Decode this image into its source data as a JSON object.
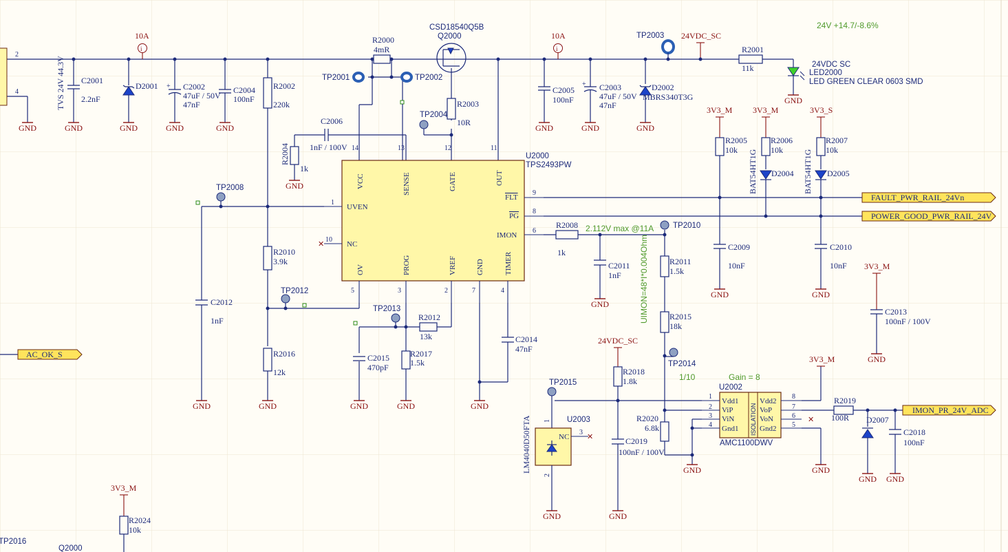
{
  "ic_u2000": {
    "ref": "U2000",
    "part": "TPS2493PW",
    "pins": {
      "vcc": "VCC",
      "sense": "SENSE",
      "gate": "GATE",
      "out": "OUT",
      "uven": "UVEN",
      "nc": "NC",
      "flt": "FLT",
      "pg": "PG",
      "imon": "IMON",
      "ov": "OV",
      "prog": "PROG",
      "vref": "VREF",
      "gnd": "GND",
      "timer": "TIMER"
    },
    "pin_numbers": {
      "vcc": "14",
      "sense": "13",
      "gate": "12",
      "out": "11",
      "uven": "1",
      "nc": "10",
      "flt": "9",
      "pg": "8",
      "imon": "6",
      "ov": "5",
      "prog": "3",
      "vref": "2",
      "gnd": "7",
      "timer": "4"
    }
  },
  "ic_u2002": {
    "ref": "U2002",
    "part": "AMC1100DWV",
    "gain": "Gain = 8",
    "ratio": "1/10",
    "pins_left": [
      "Vdd1",
      "ViP",
      "ViN",
      "Gnd1"
    ],
    "pins_right": [
      "Vdd2",
      "VoP",
      "VoN",
      "Gnd2"
    ],
    "isolation": "ISOLATION",
    "nums_left": [
      "1",
      "2",
      "3",
      "4"
    ],
    "nums_right": [
      "8",
      "7",
      "6",
      "5"
    ]
  },
  "ic_u2003": {
    "ref": "U2003",
    "part": "LM4040D50FTA",
    "nc": "NC",
    "pin1": "1",
    "pin2": "2",
    "pin3": "3"
  },
  "mosfet": {
    "name": "CSD18540Q5B",
    "ref": "Q2000"
  },
  "components": {
    "r2000": {
      "ref": "R2000",
      "val": "4mR"
    },
    "r2001": {
      "ref": "R2001",
      "val": "11k"
    },
    "r2002": {
      "ref": "R2002",
      "val": "220k"
    },
    "r2003": {
      "ref": "R2003",
      "val": "10R"
    },
    "r2004": {
      "ref": "R2004",
      "val": "1k"
    },
    "r2005": {
      "ref": "R2005",
      "val": "10k"
    },
    "r2006": {
      "ref": "R2006",
      "val": "10k"
    },
    "r2007": {
      "ref": "R2007",
      "val": "10k"
    },
    "r2008": {
      "ref": "R2008",
      "val": "1k"
    },
    "r2010": {
      "ref": "R2010",
      "val": "3.9k"
    },
    "r2011": {
      "ref": "R2011",
      "val": "1.5k"
    },
    "r2012": {
      "ref": "R2012",
      "val": "13k"
    },
    "r2015": {
      "ref": "R2015",
      "val": "18k"
    },
    "r2016": {
      "ref": "R2016",
      "val": "12k"
    },
    "r2017": {
      "ref": "R2017",
      "val": "1.5k"
    },
    "r2018": {
      "ref": "R2018",
      "val": "1.8k"
    },
    "r2019": {
      "ref": "R2019",
      "val": "100R"
    },
    "r2020": {
      "ref": "R2020",
      "val": "6.8k"
    },
    "r2024": {
      "ref": "R2024",
      "val": "10k"
    },
    "c2001": {
      "ref": "C2001",
      "val": "2.2nF"
    },
    "c2002": {
      "ref": "C2002",
      "val": "47uF / 50V",
      "val2": "47nF"
    },
    "c2003": {
      "ref": "C2003",
      "val": "47uF / 50V",
      "val2": "47nF"
    },
    "c2004": {
      "ref": "C2004",
      "val": "100nF"
    },
    "c2005": {
      "ref": "C2005",
      "val": "100nF"
    },
    "c2006": {
      "ref": "C2006",
      "val": "1nF / 100V"
    },
    "c2009": {
      "ref": "C2009",
      "val": "10nF"
    },
    "c2010": {
      "ref": "C2010",
      "val": "10nF"
    },
    "c2011": {
      "ref": "C2011",
      "val": "1nF"
    },
    "c2012": {
      "ref": "C2012",
      "val": "1nF"
    },
    "c2013": {
      "ref": "C2013",
      "val": "100nF / 100V"
    },
    "c2014": {
      "ref": "C2014",
      "val": "47nF"
    },
    "c2015": {
      "ref": "C2015",
      "val": "470pF"
    },
    "c2018": {
      "ref": "C2018",
      "val": "100nF"
    },
    "c2019": {
      "ref": "C2019",
      "val": "100nF / 100V"
    },
    "d2001": {
      "ref": "D2001",
      "part": "TVS 24V 44.3V"
    },
    "d2002": {
      "ref": "D2002",
      "part": "MBRS340T3G"
    },
    "d2004": {
      "ref": "D2004",
      "part": "BAT54HT1G"
    },
    "d2005": {
      "ref": "D2005",
      "part": "BAT54HT1G"
    },
    "d2007": {
      "ref": "D2007"
    },
    "led2000": {
      "ref": "LED2000",
      "net": "24VDC SC",
      "part": "LED GREEN CLEAR 0603 SMD"
    }
  },
  "testpoints": {
    "tp2001": "TP2001",
    "tp2002": "TP2002",
    "tp2003": "TP2003",
    "tp2004": "TP2004",
    "tp2008": "TP2008",
    "tp2010": "TP2010",
    "tp2012": "TP2012",
    "tp2013": "TP2013",
    "tp2014": "TP2014",
    "tp2015": "TP2015",
    "tp2016": "TP2016"
  },
  "nets": {
    "gnd": "GND",
    "v24": "24VDC_SC",
    "v3m": "3V3_M",
    "v3s": "3V3_S"
  },
  "ports": {
    "fault": "FAULT_PWR_RAIL_24Vn",
    "pgood": "POWER_GOOD_PWR_RAIL_24V",
    "ac_ok": "AC_OK_S",
    "imon_adc": "IMON_PR_24V_ADC"
  },
  "annotations": {
    "current1": "10A",
    "current2": "10A",
    "tolerance": "24V +14.7/-8.6%",
    "imon_max": "2.112V max @11A",
    "uimon": "UIMON=48*I*0.004Ohm",
    "conn_pin2": "2",
    "conn_pin4": "4",
    "partial": "Q2000",
    "info_icon": "i"
  },
  "colors": {
    "wire": "#1c2a7a",
    "net_red": "#8a1212",
    "annotation_green": "#4f9a2c",
    "ic_fill": "#fff7a8",
    "port_fill": "#ffe45c",
    "diode": "#1c43c9",
    "led": "#3ed12a",
    "background": "#fffdf6"
  }
}
